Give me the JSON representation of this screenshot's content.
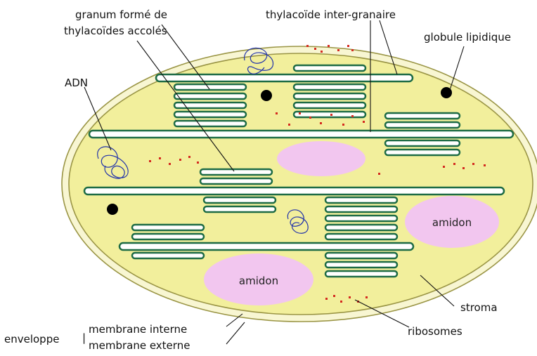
{
  "labels": {
    "granum_line1": "granum formé de",
    "granum_line2": "thylacoïdes accolés",
    "thylakoid_inter": "thylacoïde inter-granaire",
    "lipid_globule": "globule lipidique",
    "dna": "ADN",
    "starch_right": "amidon",
    "starch_bottom": "amidon",
    "stroma": "stroma",
    "ribosomes": "ribosomes",
    "envelope": "enveloppe",
    "envelope_separator": "|",
    "inner_membrane": "membrane interne",
    "outer_membrane": "membrane externe"
  },
  "colors": {
    "stroma_fill": "#f2ef9c",
    "envelope_line": "#9a9545",
    "thylakoid_green": "#1d6b45",
    "starch_pink": "#f2c6ef",
    "ribosome_red": "#d42a1f",
    "lipid_black": "#000000",
    "dna_blue": "#2233aa"
  }
}
